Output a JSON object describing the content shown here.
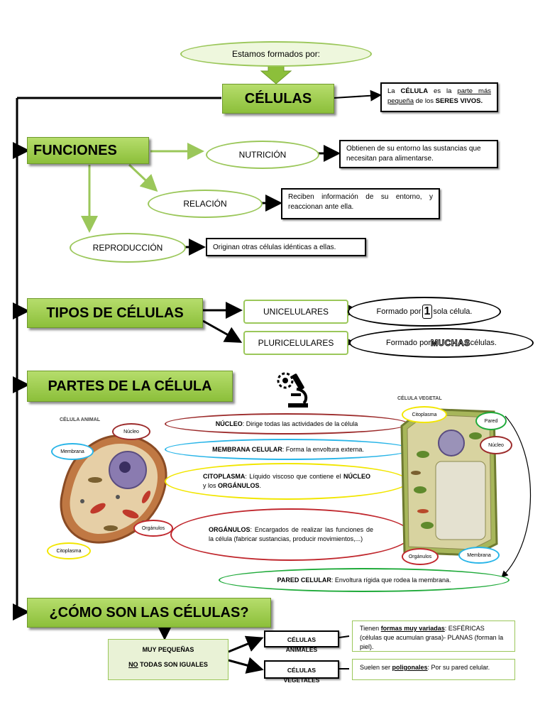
{
  "top": {
    "intro": "Estamos formados por:",
    "cells": "CÉLULAS",
    "def_pre": "La ",
    "def_cel": "CÉLULA",
    "def_mid": " es la ",
    "def_parte": "parte más pequeña",
    "def_post": " de los ",
    "def_seres": "SERES VIVOS."
  },
  "funciones": {
    "title": "FUNCIONES",
    "nutricion": "NUTRICIÓN",
    "nutricion_desc": "Obtienen de su entorno las sustancias que necesitan para alimentarse.",
    "relacion": "RELACIÓN",
    "relacion_desc": "Reciben información de su entorno, y reaccionan ante ella.",
    "reproduccion": "REPRODUCCIÓN",
    "reproduccion_desc": "Originan otras células idénticas a ellas."
  },
  "tipos": {
    "title": "TIPOS DE CÉLULAS",
    "uni": "UNICELULARES",
    "uni_pre": "Formado por ",
    "uni_num": "1",
    "uni_post": " sola célula.",
    "pluri": "PLURICELULARES",
    "pluri_pre": "Formado por ",
    "pluri_word": "MUCHAS",
    "pluri_post": " células."
  },
  "partes": {
    "title": "PARTES DE LA CÉLULA",
    "animal_title": "CÉLULA ANIMAL",
    "vegetal_title": "CÉLULA VEGETAL",
    "lbl_nucleo": "Núcleo",
    "lbl_membrana": "Membrana",
    "lbl_citoplasma": "Citoplasma",
    "lbl_organulos": "Orgánulos",
    "lbl_pared": "Pared",
    "nucleo_b": "NÚCLEO",
    "nucleo_t": ": Dirige todas las actividades de la célula",
    "membrana_b": "MEMBRANA CELULAR",
    "membrana_t": ": Forma la envoltura externa.",
    "citoplasma_b": "CITOPLASMA",
    "citoplasma_t1": ": Líquido viscoso que contiene el ",
    "citoplasma_b2": "NÚCLEO",
    "citoplasma_t2": " y los ",
    "citoplasma_b3": "ORGÁNULOS",
    "citoplasma_t3": ".",
    "organulos_b": "ORGÁNULOS",
    "organulos_t": ": Encargados de realizar las funciones de la célula (fabricar sustancias, producir movimientos,...)",
    "pared_b": "PARED CELULAR",
    "pared_t": ": Envoltura rígida que rodea la membrana."
  },
  "como": {
    "title": "¿CÓMO SON LAS CÉLULAS?",
    "pequenas": "MUY PEQUEÑAS",
    "no": "NO",
    "iguales": " TODAS SON IGUALES",
    "animales": "CÉLULAS ANIMALES",
    "vegetales": "CÉLULAS VEGETALES",
    "animales_pre": "Tienen ",
    "animales_u": "formas muy variadas",
    "animales_post": ": ESFÉRICAS (células que acumulan grasa)- PLANAS (forman la piel).",
    "vegetales_pre": "Suelen ser ",
    "vegetales_u": "poligonales",
    "vegetales_post": ": Por su pared celular."
  },
  "colors": {
    "green": "#8cbf3a",
    "arrow_green": "#9bc75a",
    "red": "#c0272d",
    "blue": "#29b5e8",
    "yellow": "#f2e600",
    "green_ellipse": "#1faa3a",
    "dark_red": "#9c2b2b"
  }
}
